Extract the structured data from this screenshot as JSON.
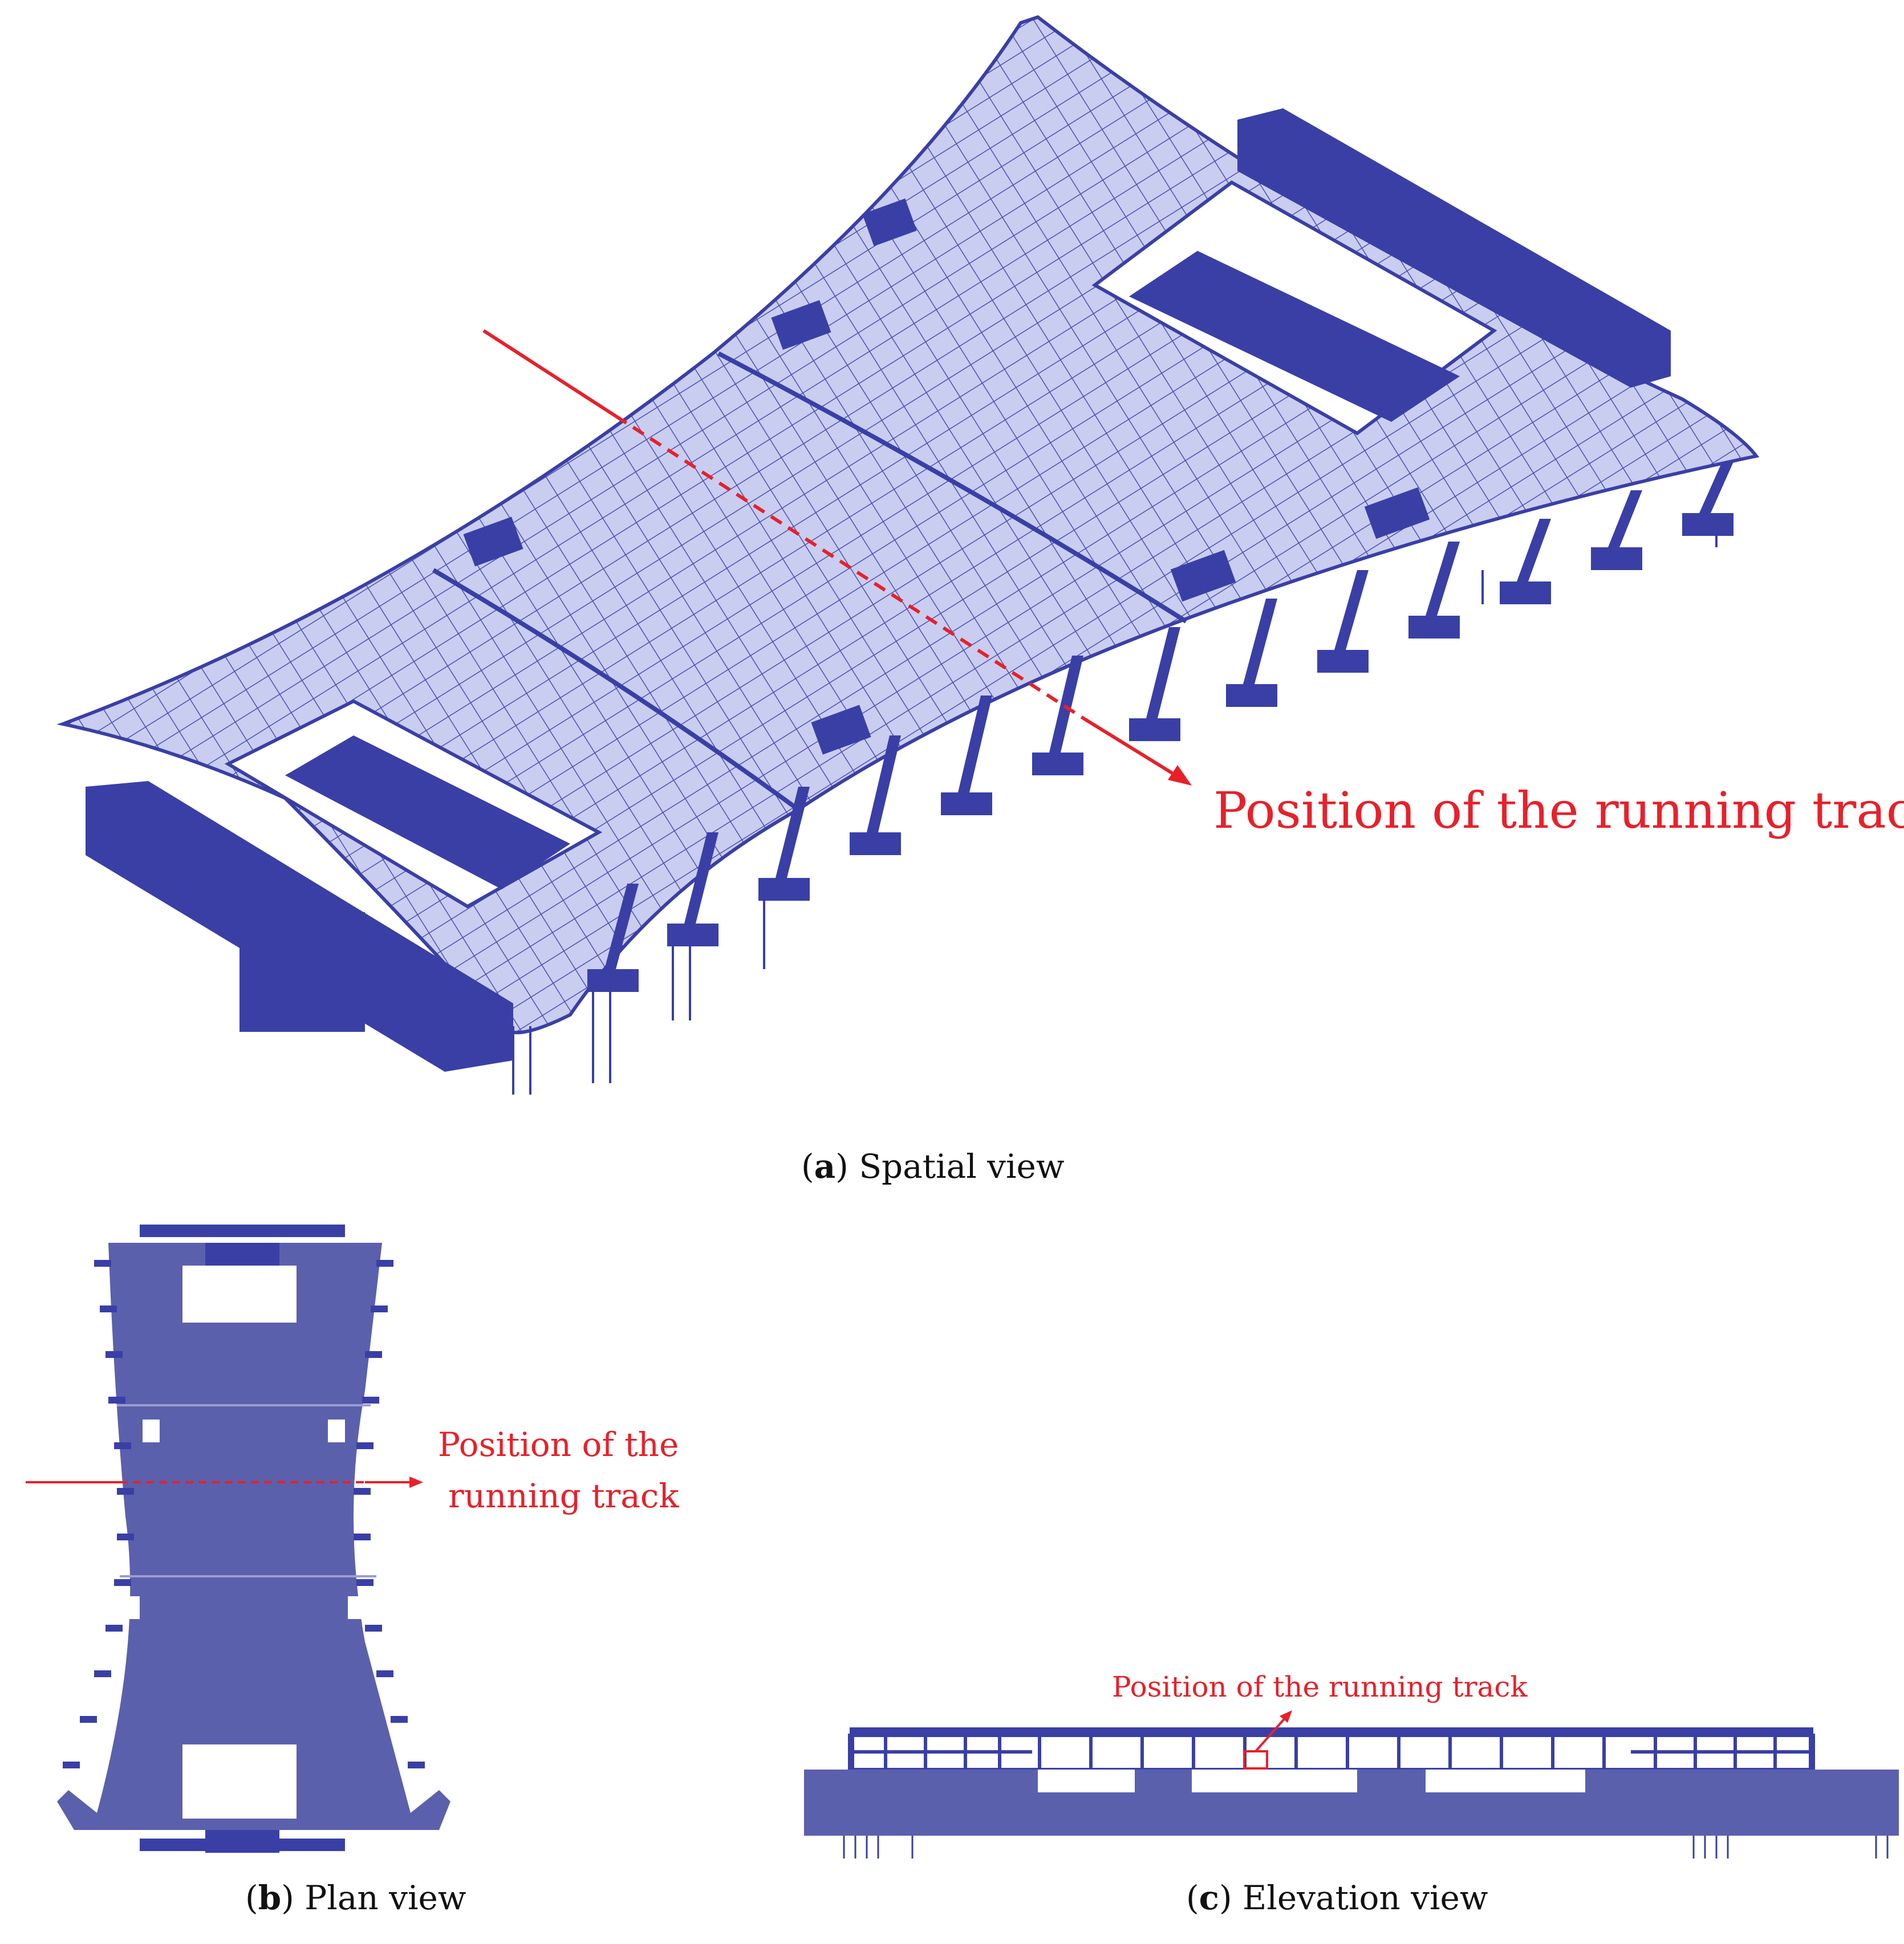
{
  "figure": {
    "panel_a": {
      "caption_letter": "a",
      "caption_text": "Spatial view",
      "annotation": "Position of the running track"
    },
    "panel_b": {
      "caption_letter": "b",
      "caption_text": "Plan view",
      "annotation_line1": "Position of the",
      "annotation_line2": "running track"
    },
    "panel_c": {
      "caption_letter": "c",
      "caption_text": "Elevation view",
      "annotation": "Position of the running track"
    }
  },
  "colors": {
    "structure_dark": "#3a3fa6",
    "structure_light": "#c9cdf0",
    "structure_plan": "#5b60ad",
    "annotation_red": "#e8202a"
  }
}
